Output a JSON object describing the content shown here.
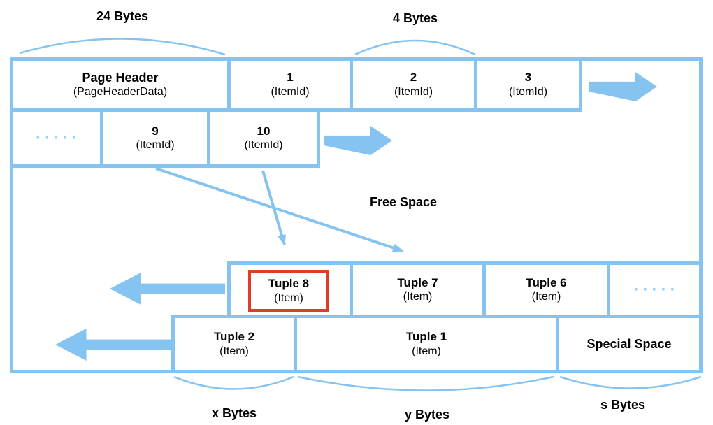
{
  "diagram": {
    "title_hint": "database page layout",
    "annotations": {
      "bytes_24": "24 Bytes",
      "bytes_4": "4 Bytes",
      "free_space": "Free Space",
      "x_bytes": "x Bytes",
      "y_bytes": "y Bytes",
      "s_bytes": "s Bytes"
    },
    "header_row": [
      {
        "title": "Page Header",
        "sub": "(PageHeaderData)"
      },
      {
        "title": "1",
        "sub": "(ItemId)"
      },
      {
        "title": "2",
        "sub": "(ItemId)"
      },
      {
        "title": "3",
        "sub": "(ItemId)"
      }
    ],
    "itemid_row": [
      {
        "title": "·····"
      },
      {
        "title": "9",
        "sub": "(ItemId)"
      },
      {
        "title": "10",
        "sub": "(ItemId)"
      }
    ],
    "tuple_row_upper": [
      {
        "title": "Tuple 8",
        "sub": "(Item)",
        "highlighted": true
      },
      {
        "title": "Tuple 7",
        "sub": "(Item)"
      },
      {
        "title": "Tuple 6",
        "sub": "(Item)"
      },
      {
        "title": "·····"
      }
    ],
    "tuple_row_lower": [
      {
        "title": "Tuple 2",
        "sub": "(Item)"
      },
      {
        "title": "Tuple 1",
        "sub": "(Item)"
      },
      {
        "title": "Special Space"
      }
    ],
    "colors": {
      "blue": "#85C4F0",
      "blue_soft": "#9CCFF5",
      "red": "#DD3C27",
      "text": "#000000"
    }
  }
}
